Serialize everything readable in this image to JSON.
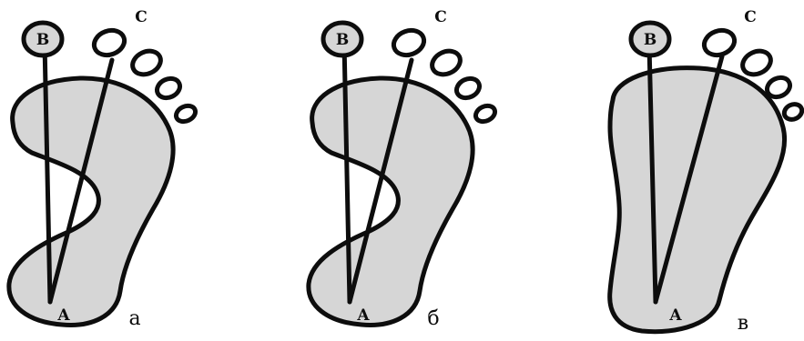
{
  "figure": {
    "panels": [
      {
        "id": "a",
        "label": "а",
        "points": {
          "heel": "A",
          "big_toe": "B",
          "second_toe": "C"
        }
      },
      {
        "id": "b",
        "label": "б",
        "points": {
          "heel": "A",
          "big_toe": "B",
          "second_toe": "C"
        }
      },
      {
        "id": "c",
        "label": "в",
        "points": {
          "heel": "A",
          "big_toe": "B",
          "second_toe": "C"
        }
      }
    ]
  },
  "colors": {
    "outline": "#0d0d0d",
    "fill": "#d6d6d6",
    "toe_fill": "#ffffff",
    "background": "#ffffff"
  }
}
